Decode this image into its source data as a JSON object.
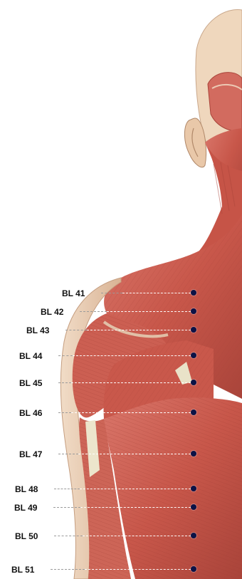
{
  "diagram": {
    "figure": "posterior-shoulder-and-back-musculature",
    "dot_color": "#0c1246",
    "colors": {
      "muscle": "#c8574a",
      "muscle_dark": "#9d3b33",
      "skin": "#e7c6aa",
      "tendon": "#e9e2c8",
      "background": "#ffffff"
    },
    "points": [
      {
        "label": "BL 41"
      },
      {
        "label": "BL 42"
      },
      {
        "label": "BL 43"
      },
      {
        "label": "BL 44"
      },
      {
        "label": "BL 45"
      },
      {
        "label": "BL 46"
      },
      {
        "label": "BL 47"
      },
      {
        "label": "BL 48"
      },
      {
        "label": "BL 49"
      },
      {
        "label": "BL 50"
      },
      {
        "label": "BL 51"
      }
    ]
  }
}
